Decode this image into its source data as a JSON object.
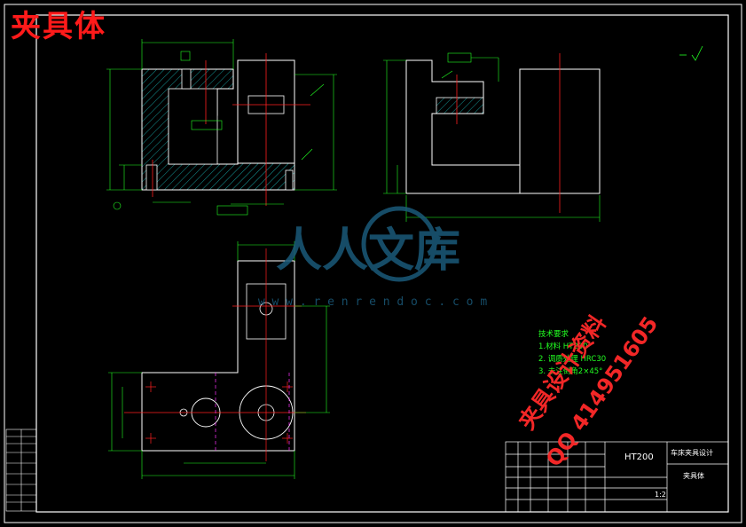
{
  "header": {
    "stamp_text": "夹具体"
  },
  "notes": {
    "title": "技术要求",
    "items": [
      "1.材料 HT200",
      "2. 调质处理 HRC30",
      "3. 未注倒角2×45°"
    ]
  },
  "title_block": {
    "material": "HT200",
    "part_name": "夹具体",
    "drawing_title": "车床夹具设计",
    "scale": "1:2"
  },
  "watermarks": {
    "center_text": "人人文库",
    "url_text": "w w w . r e n r e n d o c . c o m",
    "red_line1": "夹具设计资料",
    "red_line2": "QQ 414951605"
  },
  "colors": {
    "background": "#000000",
    "outline": "#ffffff",
    "dimension": "#22ff22",
    "centerline": "#ff2020",
    "hidden": "#ff33ff",
    "watermark": "#1a5a7a"
  }
}
